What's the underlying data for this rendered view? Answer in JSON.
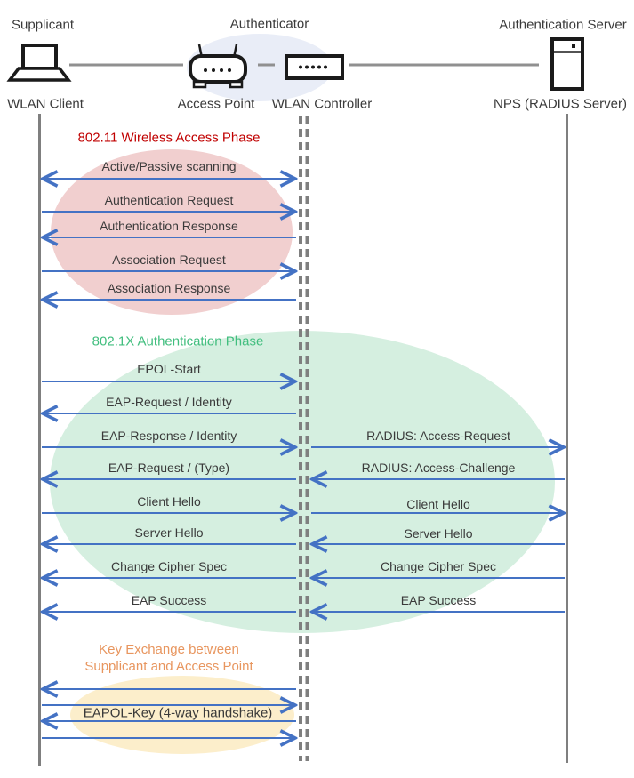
{
  "diagram_title": "WLAN 802.1X authentication sequence diagram",
  "colors": {
    "arrow_blue": "#4472C4",
    "lifeline_gray": "#7F7F7F",
    "phase1_title": "#C00000",
    "phase1_ellipse": "#F1CFCF",
    "phase2_title": "#41BE7E",
    "phase2_ellipse": "#D5EFE0",
    "phase3_title": "#E8965F",
    "phase3_ellipse": "#FCEECB",
    "header_ellipse": "#E9EDF7"
  },
  "header": {
    "roles": [
      {
        "label": "Supplicant"
      },
      {
        "label": "Authenticator"
      },
      {
        "label": "Authentication Server"
      }
    ],
    "devices": [
      {
        "label": "WLAN Client",
        "icon": "laptop-icon"
      },
      {
        "label": "Access Point",
        "icon": "access-point-icon"
      },
      {
        "label": "WLAN Controller",
        "icon": "wlan-controller-icon"
      },
      {
        "label": "NPS (RADIUS Server)",
        "icon": "server-icon"
      }
    ]
  },
  "phases": [
    {
      "title": "802.11 Wireless Access Phase",
      "color": "#C00000"
    },
    {
      "title": "802.1X Authentication Phase",
      "color": "#41BE7E"
    },
    {
      "title_line1": "Key Exchange between",
      "title_line2": "Supplicant and Access Point",
      "color": "#E8965F"
    }
  ],
  "messages": {
    "left": [
      {
        "label": "Active/Passive scanning",
        "direction": "both"
      },
      {
        "label": "Authentication Request",
        "direction": "right"
      },
      {
        "label": "Authentication Response",
        "direction": "left"
      },
      {
        "label": "Association Request",
        "direction": "right"
      },
      {
        "label": "Association Response",
        "direction": "left"
      },
      {
        "label": "EPOL-Start",
        "direction": "right"
      },
      {
        "label": "EAP-Request / Identity",
        "direction": "left"
      },
      {
        "label": "EAP-Response / Identity",
        "direction": "right"
      },
      {
        "label": "EAP-Request / (Type)",
        "direction": "left"
      },
      {
        "label": "Client Hello",
        "direction": "right"
      },
      {
        "label": "Server Hello",
        "direction": "left"
      },
      {
        "label": "Change Cipher Spec",
        "direction": "left"
      },
      {
        "label": "EAP Success",
        "direction": "left"
      },
      {
        "label": "",
        "direction": "left"
      },
      {
        "label": "",
        "direction": "right"
      },
      {
        "label": "EAPOL-Key (4-way handshake)",
        "direction": "left"
      },
      {
        "label": "",
        "direction": "right"
      }
    ],
    "right": [
      {
        "label": "RADIUS: Access-Request",
        "direction": "right"
      },
      {
        "label": "RADIUS: Access-Challenge",
        "direction": "left"
      },
      {
        "label": "Client Hello",
        "direction": "right"
      },
      {
        "label": "Server Hello",
        "direction": "left"
      },
      {
        "label": "Change Cipher Spec",
        "direction": "left"
      },
      {
        "label": "EAP Success",
        "direction": "left"
      }
    ]
  }
}
